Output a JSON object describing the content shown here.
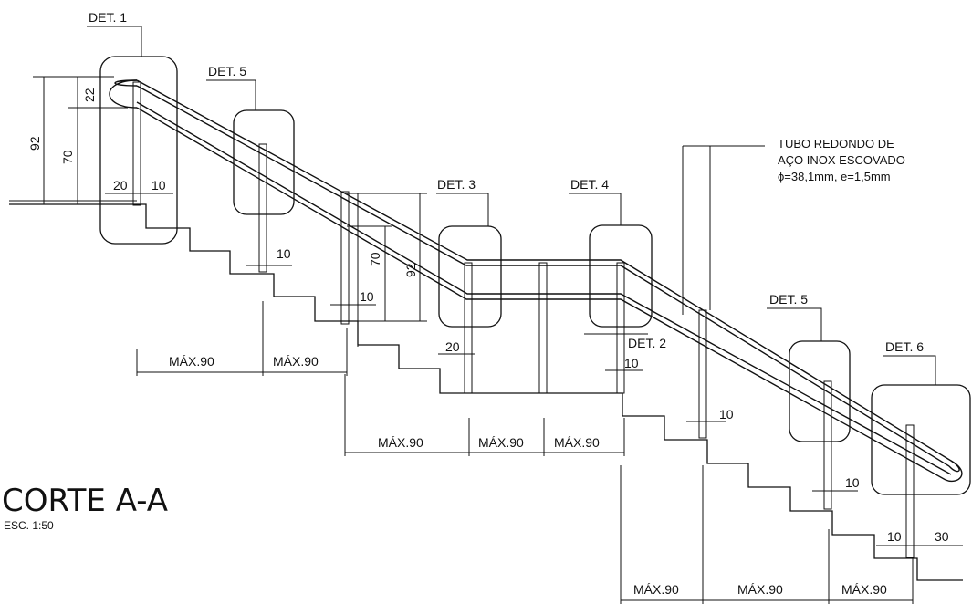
{
  "drawing": {
    "title": "CORTE A-A",
    "scale": "ESC. 1:50",
    "note": {
      "line1": "TUBO REDONDO DE",
      "line2": "AÇO INOX ESCOVADO",
      "line3": "ϕ=38,1mm, e=1,5mm"
    },
    "details": {
      "det1": "DET. 1",
      "det5a": "DET. 5",
      "det3": "DET. 3",
      "det4": "DET. 4",
      "det2": "DET. 2",
      "det5b": "DET. 5",
      "det6": "DET. 6"
    },
    "dims": {
      "d22": "22",
      "d92a": "92",
      "d70a": "70",
      "d20a": "20",
      "d10a": "10",
      "d10b": "10",
      "d70b": "70",
      "d92b": "92",
      "d10c": "10",
      "d20b": "20",
      "d10d": "10",
      "d10e": "10",
      "d10f": "10",
      "d10g": "10",
      "d30": "30",
      "max1": "MÁX.90",
      "max2": "MÁX.90",
      "max3": "MÁX.90",
      "max4": "MÁX.90",
      "max5": "MÁX.90",
      "max6": "MÁX.90",
      "max7": "MÁX.90",
      "max8": "MÁX.90"
    }
  }
}
